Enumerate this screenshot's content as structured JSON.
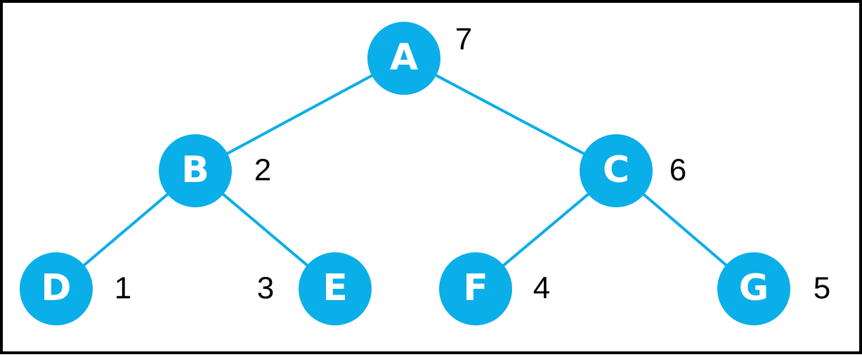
{
  "colors": {
    "node_fill": "#0aaee8",
    "edge": "#0aaee8",
    "label_text": "#000000",
    "node_text": "#ffffff",
    "border": "#000000"
  },
  "nodes": [
    {
      "id": "A",
      "letter": "A",
      "order": "7"
    },
    {
      "id": "B",
      "letter": "B",
      "order": "2"
    },
    {
      "id": "C",
      "letter": "C",
      "order": "6"
    },
    {
      "id": "D",
      "letter": "D",
      "order": "1"
    },
    {
      "id": "E",
      "letter": "E",
      "order": "3"
    },
    {
      "id": "F",
      "letter": "F",
      "order": "4"
    },
    {
      "id": "G",
      "letter": "G",
      "order": "5"
    }
  ],
  "edges": [
    {
      "from": "A",
      "to": "B"
    },
    {
      "from": "A",
      "to": "C"
    },
    {
      "from": "B",
      "to": "D"
    },
    {
      "from": "B",
      "to": "E"
    },
    {
      "from": "C",
      "to": "F"
    },
    {
      "from": "C",
      "to": "G"
    }
  ]
}
